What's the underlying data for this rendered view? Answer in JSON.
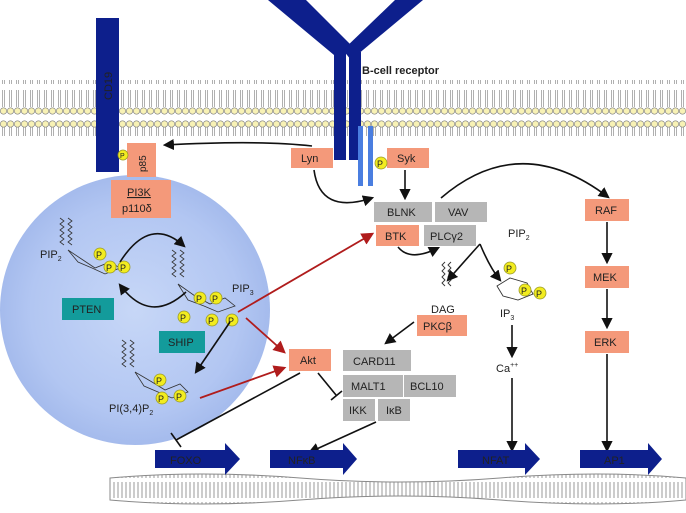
{
  "receptor": {
    "bcr": "B-cell receptor",
    "cd19": "CD19"
  },
  "kinases": {
    "p85": "p85",
    "pi3k": "PI3K",
    "p110": "p110δ",
    "lyn": "Lyn",
    "syk": "Syk",
    "blnk": "BLNK",
    "vav": "VAV",
    "btk": "BTK",
    "plc": "PLCγ2",
    "raf": "RAF",
    "mek": "MEK",
    "erk": "ERK",
    "pkc": "PKCβ",
    "akt": "Akt",
    "card11": "CARD11",
    "malt1": "MALT1",
    "bcl10": "BCL10",
    "ikk": "IKK",
    "ikb": "IκB"
  },
  "phosphatases": {
    "pten": "PTEN",
    "ship": "SHIP"
  },
  "lipids": {
    "pip2": "PIP",
    "pip2_sub": "2",
    "pip3": "PIP",
    "pip3_sub": "3",
    "pi34p2": "PI(3,4)P",
    "pi34p2_sub": "2",
    "plc_pip2": "PIP",
    "plc_pip2_sub": "2",
    "dag": "DAG",
    "ip3": "IP",
    "ip3_sub": "3",
    "ca": "Ca",
    "ca_sup": "++"
  },
  "p_label": "P",
  "outputs": {
    "foxo": "FOXO",
    "nfkb": "NFκB",
    "nfat": "NFAT",
    "ap1": "AP1"
  },
  "colors": {
    "receptor": "#0d1f8c",
    "kinase": "#f4997a",
    "adaptor": "#b6b6b6",
    "phosphatase": "#139b9b",
    "activation_arrow": "#b01c1c",
    "phosphate": "#f2ec1f"
  }
}
